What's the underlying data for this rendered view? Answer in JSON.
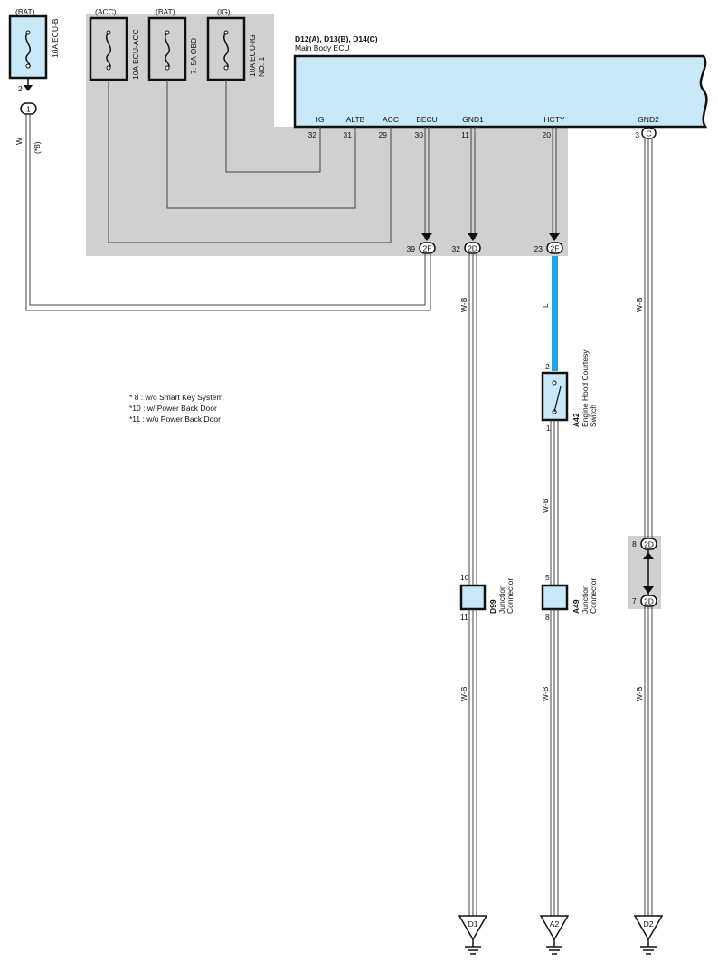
{
  "fuses": [
    {
      "source": "(BAT)",
      "label": "10A ECU-B",
      "label2": ""
    },
    {
      "source": "(ACC)",
      "label": "10A ECU-ACC",
      "label2": ""
    },
    {
      "source": "(BAT)",
      "label": "7. 5A OBD",
      "label2": ""
    },
    {
      "source": "(IG)",
      "label": "10A ECU-IG",
      "label2": "NO. 1"
    }
  ],
  "ecu": {
    "title": "D12(A), D13(B), D14(C)",
    "name": "Main Body ECU",
    "pins": [
      {
        "label": "IG",
        "number": "32"
      },
      {
        "label": "ALTB",
        "number": "31"
      },
      {
        "label": "ACC",
        "number": "29"
      },
      {
        "label": "BECU",
        "number": "30"
      },
      {
        "label": "GND1",
        "number": "11"
      },
      {
        "label": "HCTY",
        "number": "20"
      },
      {
        "label": "GND2",
        "number": "3"
      }
    ],
    "gnd2_connector": "C"
  },
  "fuse_b_connector": {
    "pin": "2",
    "id": "1"
  },
  "wire_w": {
    "color": "W",
    "note": "(*8)"
  },
  "connectors_2x": [
    {
      "pin": "39",
      "id": "2F"
    },
    {
      "pin": "32",
      "id": "2D"
    },
    {
      "pin": "23",
      "id": "2F"
    }
  ],
  "wire_labels": {
    "w_b": "W-B",
    "l": "L"
  },
  "wire_colors": {
    "light_blue": "#1ea7e1",
    "box_fill": "#c9e8f8",
    "shade": "#d0d0d0"
  },
  "legend": [
    "* 8 : w/o Smart Key System",
    "*10 : w/ Power Back Door",
    "*11 : w/o Power Back Door"
  ],
  "switch": {
    "code": "A42",
    "name1": "Engine Hood Courtesy",
    "name2": "Switch",
    "pin_top": "2",
    "pin_bottom": "1"
  },
  "junctions": [
    {
      "code": "D99",
      "name1": "Junction",
      "name2": "Connector",
      "pin_top": "10",
      "pin_bottom": "11"
    },
    {
      "code": "A49",
      "name1": "Junction",
      "name2": "Connector",
      "pin_top": "5",
      "pin_bottom": "8"
    }
  ],
  "gnd2_splice": {
    "top_pin": "8",
    "top_id": "2D",
    "bottom_pin": "7",
    "bottom_id": "2D"
  },
  "grounds": [
    "D1",
    "A2",
    "D2"
  ]
}
